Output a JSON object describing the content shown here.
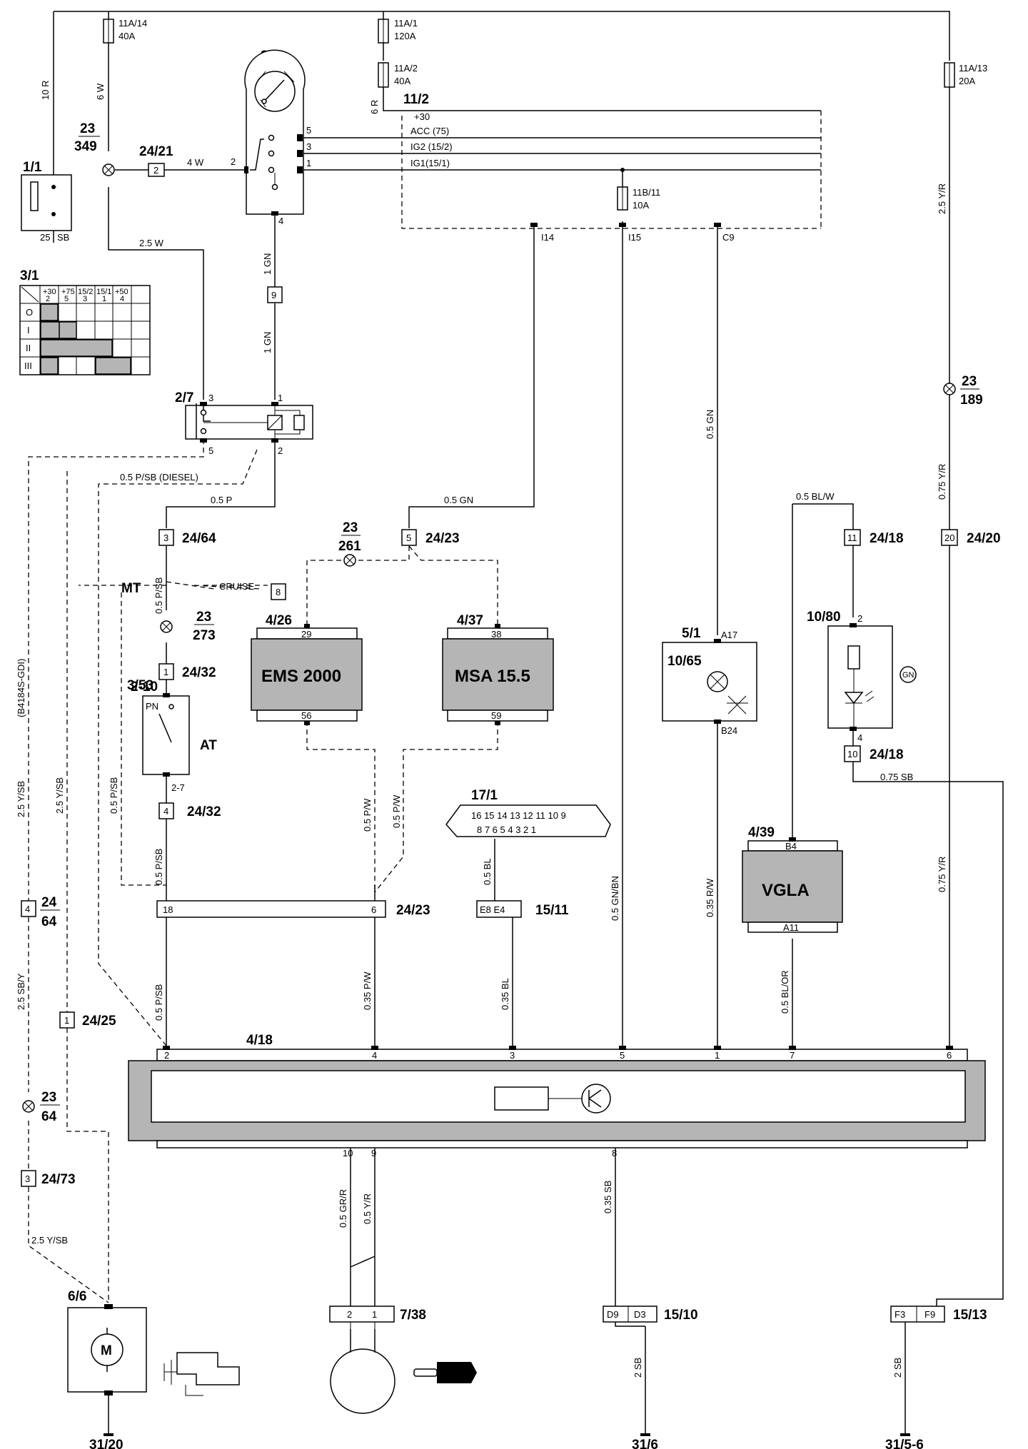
{
  "components": {
    "battery": {
      "id": "1/1",
      "ground": "25",
      "ground_color": "SB",
      "plus": "+",
      "minus": "−"
    },
    "ignition_switch": {
      "id": "3/1",
      "pin_2": "2",
      "pin_4": "4",
      "pin_5": "5",
      "pin_3": "3",
      "pin_1": "1"
    },
    "ignition_table": {
      "id": "3/1",
      "headers": [
        [
          "+30",
          "2"
        ],
        [
          "+75",
          "5"
        ],
        [
          "15/2",
          "3"
        ],
        [
          "15/1",
          "1"
        ],
        [
          "+50",
          "4"
        ]
      ],
      "rows": [
        "O",
        "I",
        "II",
        "III"
      ]
    },
    "fuse_panel": {
      "id": "11/2",
      "rows": [
        "+30",
        "ACC (75)",
        "IG2 (15/2)",
        "IG1(15/1)"
      ],
      "pin_i14": "I14",
      "pin_i15": "I15",
      "pin_c9": "C9"
    },
    "relay": {
      "id": "2/7",
      "pin_3": "3",
      "pin_1": "1",
      "pin_5": "5",
      "pin_2": "2"
    },
    "ems": {
      "id": "4/26",
      "label": "EMS 2000",
      "pin_top": "29",
      "pin_bottom": "56"
    },
    "msa": {
      "id": "4/37",
      "label": "MSA 15.5",
      "pin_top": "38",
      "pin_bottom": "59"
    },
    "lamp_module": {
      "id": "5/1",
      "lamp_id": "10/65",
      "pin_top": "A17",
      "pin_bottom": "B24"
    },
    "led": {
      "id": "10/80",
      "pin_top": "2",
      "pin_bottom": "4",
      "color": "GN"
    },
    "vgla": {
      "id": "4/39",
      "label": "VGLA",
      "pin_top": "B4",
      "pin_bottom": "A11"
    },
    "dlc": {
      "id": "17/1",
      "row1": "16 15 14 13 12 11 10 9",
      "row2": "8 7 6 5 4 3 2 1"
    },
    "control_module": {
      "id": "4/18",
      "top_pins": [
        "2",
        "4",
        "3",
        "5",
        "1",
        "7",
        "6"
      ],
      "bottom_pins": [
        "10",
        "9",
        "8"
      ]
    },
    "starter": {
      "id": "6/6",
      "label": "M"
    },
    "immobilizer": {
      "id": "7/38",
      "pin_2": "2",
      "pin_1": "1"
    },
    "grounds": {
      "starter": "31/20",
      "mid": "31/6",
      "right": "31/5-6"
    }
  },
  "fuses": [
    {
      "id": "11A/14",
      "rating": "40A"
    },
    {
      "id": "11A/1",
      "rating": "120A"
    },
    {
      "id": "11A/2",
      "rating": "40A"
    },
    {
      "id": "11A/13",
      "rating": "20A"
    },
    {
      "id": "11B/11",
      "rating": "10A"
    }
  ],
  "connectors": {
    "c24_21": {
      "id": "24/21",
      "pin": "2"
    },
    "c9": {
      "pin": "9"
    },
    "c24_64": {
      "id": "24/64",
      "pin": "3"
    },
    "c24_23a": {
      "id": "24/23",
      "pin": "5"
    },
    "c_cruise": {
      "pin": "8",
      "label": "CRUISE"
    },
    "c24_32a": {
      "id": "24/32",
      "pin": "1"
    },
    "c24_32b": {
      "id": "24/32",
      "pin": "4"
    },
    "c24_23b": {
      "id": "24/23",
      "pin_18": "18",
      "pin_6": "6"
    },
    "c15_11": {
      "id": "15/11",
      "pins": "E8 E4"
    },
    "c24_18a": {
      "id": "24/18",
      "pin": "11"
    },
    "c24_18b": {
      "id": "24/18",
      "pin": "10"
    },
    "c24_20": {
      "id": "24/20",
      "pin": "20"
    },
    "c24_64b": {
      "id_top": "24",
      "id_bottom": "64",
      "pin": "4"
    },
    "c24_25": {
      "id": "24/25",
      "pin": "1"
    },
    "c24_73": {
      "id": "24/73",
      "pin": "3"
    },
    "c15_10": {
      "id": "15/10",
      "pins": [
        "D9",
        "D3"
      ]
    },
    "c15_13": {
      "id": "15/13",
      "pins": [
        "F3",
        "F9"
      ]
    }
  },
  "splices": [
    {
      "top": "23",
      "bottom": "349"
    },
    {
      "top": "23",
      "bottom": "189"
    },
    {
      "top": "23",
      "bottom": "261"
    },
    {
      "top": "23",
      "bottom": "273"
    },
    {
      "top": "23",
      "bottom": "64"
    }
  ],
  "wires": {
    "w10r": "10 R",
    "w6w": "6 W",
    "w6r": "6 R",
    "w4w": "4 W",
    "w25w": "2.5 W",
    "w1gn_a": "1 GN",
    "w1gn_b": "1 GN",
    "w25yr": "2.5 Y/R",
    "w075yr_a": "0.75 Y/R",
    "w05psb_diesel": "0.5 P/SB (DIESEL)",
    "w05p": "0.5 P",
    "w05gn_h": "0.5 GN",
    "w05gn_v": "0.5 GN",
    "w05blw": "0.5 BL/W",
    "w05psb_a": "0.5 P/SB",
    "w05psb_b": "0.5 P/SB",
    "w05psb_c": "0.5 P/SB",
    "w05psb_d": "0.5 P/SB",
    "w25ysb_a": "2.5 Y/SB",
    "w25ysb_b": "2.5 Y/SB",
    "w25ysb_c": "2.5 Y/SB",
    "wgdi": "(B4184S-GDI)",
    "w05pw_a": "0.5 P/W",
    "w05pw_b": "0.5 P/W",
    "w05bl": "0.5 BL",
    "w05gnbn": "0.5 GN/BN",
    "w035rw": "0.35 R/W",
    "w075yr_b": "0.75 Y/R",
    "w075sb": "0.75 SB",
    "w035pw": "0.35 P/W",
    "w035bl": "0.35 BL",
    "w05blor": "0.5 BL/OR",
    "w25sby": "2.5 SB/Y",
    "w05gr_r": "0.5 GR/R",
    "w05yr": "0.5 Y/R",
    "w035sb": "0.35 SB",
    "w2sb_a": "2 SB",
    "w2sb_b": "2 SB"
  },
  "labels": {
    "mt": "MT",
    "at": "AT",
    "pn": "PN",
    "pin_2_10": "2-10",
    "pin_2_7": "2-7"
  }
}
